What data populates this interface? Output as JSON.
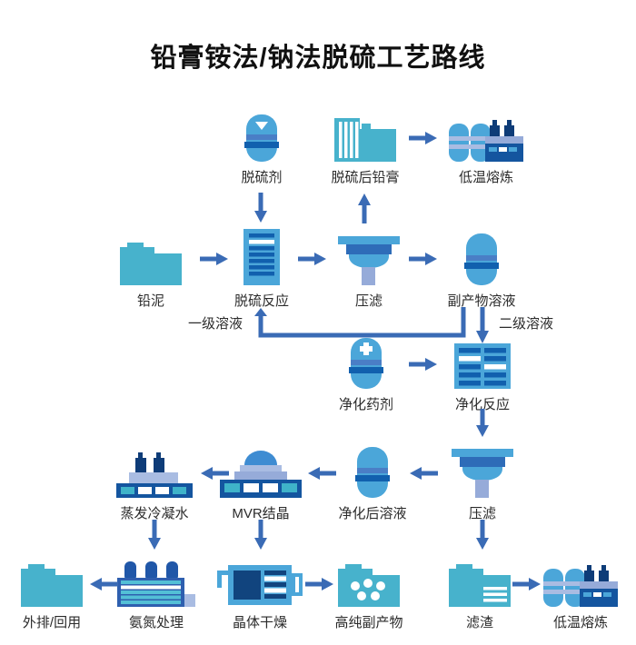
{
  "title": "铅膏铵法/钠法脱硫工艺路线",
  "nodes": {
    "desulfurizer": {
      "label": "脱硫剂"
    },
    "desulfurized_lead_paste": {
      "label": "脱硫后铅膏"
    },
    "low_temp_smelting_top": {
      "label": "低温熔炼"
    },
    "lead_mud": {
      "label": "铅泥"
    },
    "desulfurization_reaction": {
      "label": "脱硫反应"
    },
    "filter_press_top": {
      "label": "压滤"
    },
    "byproduct_solution": {
      "label": "副产物溶液"
    },
    "purification_agent": {
      "label": "净化药剂"
    },
    "purification_reaction": {
      "label": "净化反应"
    },
    "evaporation_condensate": {
      "label": "蒸发冷凝水"
    },
    "mvr_crystallization": {
      "label": "MVR结晶"
    },
    "purified_solution": {
      "label": "净化后溶液"
    },
    "filter_press_bottom": {
      "label": "压滤"
    },
    "discharge_reuse": {
      "label": "外排/回用"
    },
    "ammonia_nitrogen_treatment": {
      "label": "氨氮处理"
    },
    "crystal_drying": {
      "label": "晶体干燥"
    },
    "high_purity_byproduct": {
      "label": "高纯副产物"
    },
    "filter_residue": {
      "label": "滤渣"
    },
    "low_temp_smelting_bottom": {
      "label": "低温熔炼"
    }
  },
  "edge_labels": {
    "primary_solution": "一级溶液",
    "secondary_solution": "二级溶液"
  },
  "colors": {
    "light_blue": "#4BA6D9",
    "teal": "#47B2CC",
    "navy": "#14559F",
    "deep_navy": "#0E3C78",
    "band_medium": "#4A7EC6",
    "band_dark": "#1160AE",
    "periwinkle": "#96ABD9",
    "pale_periwinkle": "#A9BCE2",
    "teal_window": "#3FB3C9",
    "arrow_blue": "#3A6BB5"
  }
}
